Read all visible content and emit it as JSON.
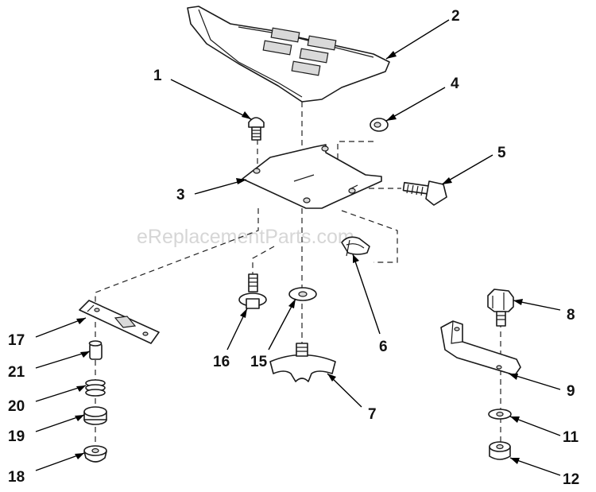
{
  "watermark": "eReplacementParts.com",
  "labels": {
    "p1": "1",
    "p2": "2",
    "p3": "3",
    "p4": "4",
    "p5": "5",
    "p6": "6",
    "p7": "7",
    "p8": "8",
    "p9": "9",
    "p11": "11",
    "p12": "12",
    "p15": "15",
    "p16": "16",
    "p17": "17",
    "p18": "18",
    "p19": "19",
    "p20": "20",
    "p21": "21"
  }
}
